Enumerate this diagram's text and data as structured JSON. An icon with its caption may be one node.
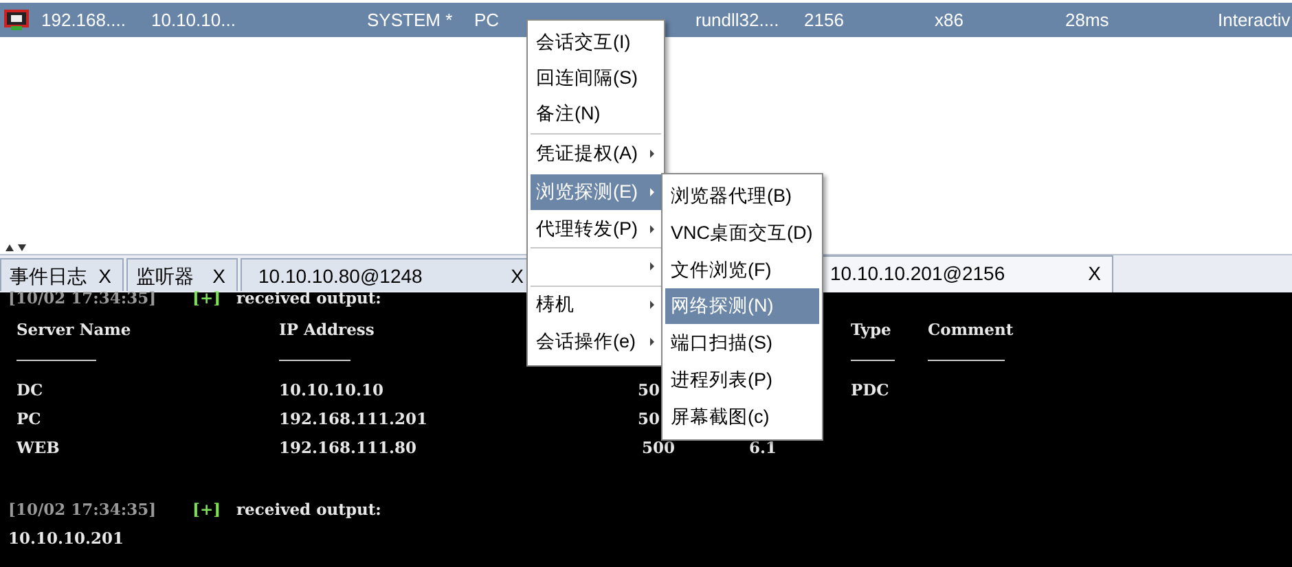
{
  "diagram": {
    "labels": [
      "192.168....",
      "10.10.10...",
      "SYSTEM *",
      "PC",
      "rundll32....",
      "2156",
      "x86",
      "28ms",
      "Interactiv",
      "会话交互(I)",
      "回连间隔(S)",
      "备注(N)",
      "凭证提权(A)",
      "浏览探测(E)",
      "代理转发(P)",
      "梼机",
      "会话操作(e)",
      "浏览器代理(B)",
      "VNC桌面交互(D)",
      "文件浏览(F)",
      "网络探测(N)",
      "端口扫描(S)",
      "进程列表(P)",
      "屏幕截图(c)",
      "事件日志",
      "X",
      "监听器",
      "X",
      "10.10.10.80@1248",
      "X",
      "10.10.10.201@2156",
      "X",
      "[10/02 17:34:35]",
      "[+]",
      "received output:",
      "Server Name",
      "IP Address",
      "Type",
      "Comment",
      "DC",
      "10.10.10.10",
      "50",
      "PDC",
      "PC",
      "192.168.111.201",
      "50",
      "WEB",
      "192.168.111.80",
      "500",
      "6.1",
      "[10/02 17:34:35]",
      "[+]",
      "received output:",
      "10.10.10.201"
    ]
  }
}
